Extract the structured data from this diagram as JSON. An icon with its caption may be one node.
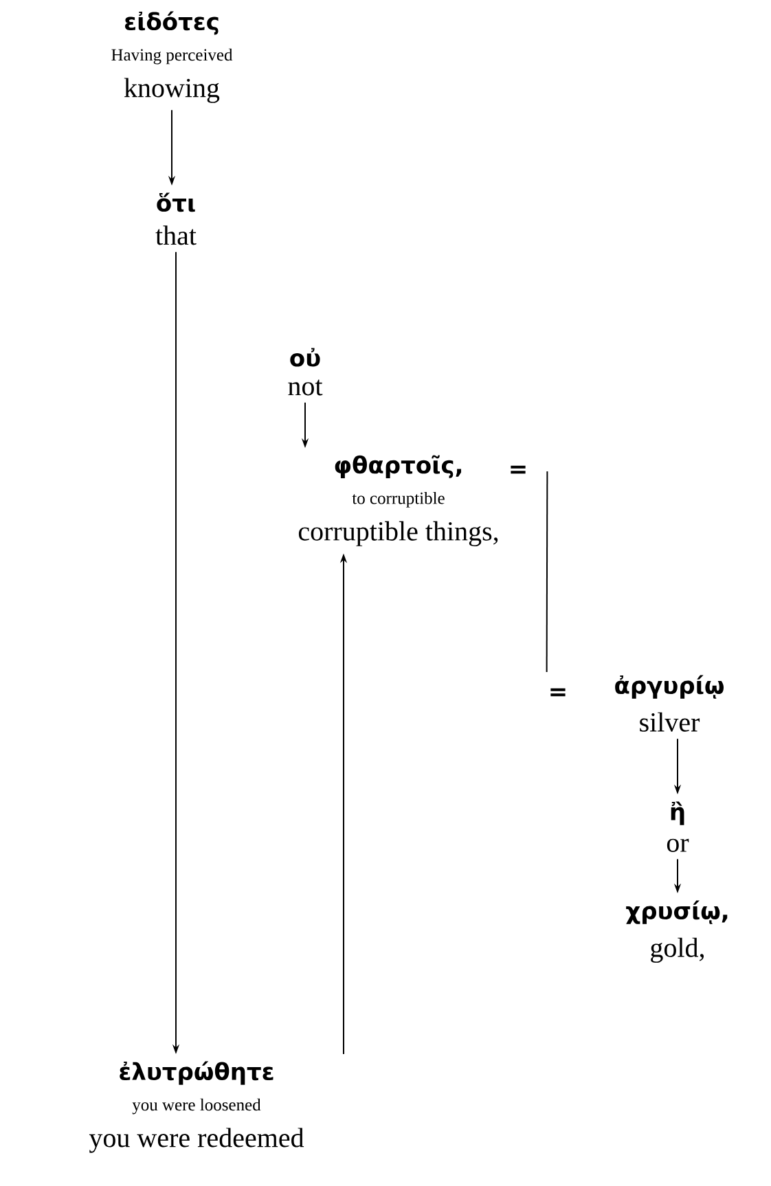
{
  "diagram": {
    "nodes": [
      {
        "text": [
          "εἰδότες",
          "Having perceived",
          "knowing"
        ]
      },
      {
        "text": [
          "ὅτι",
          "that"
        ]
      },
      {
        "text": [
          "οὐ",
          "not"
        ]
      },
      {
        "text": [
          "φθαρτοῖς,",
          "to corruptible",
          "corruptible things,"
        ]
      },
      {
        "text": [
          "ἀργυρίῳ",
          "silver"
        ]
      },
      {
        "text": [
          "ἢ",
          "or"
        ]
      },
      {
        "text": [
          "χρυσίῳ,",
          "gold,"
        ]
      },
      {
        "text": [
          "ἐλυτρώθητε",
          "you were loosened",
          "you were redeemed"
        ]
      }
    ],
    "edges": [
      {
        "from": 0,
        "to": 1,
        "arrow": "to"
      },
      {
        "from": 1,
        "to": 7,
        "arrow": "to"
      },
      {
        "from": 2,
        "to": 3,
        "arrow": "to"
      },
      {
        "from": 7,
        "to": 3,
        "arrow": "to"
      },
      {
        "from": 3,
        "to": 4,
        "arrow": "none"
      },
      {
        "from": 4,
        "to": 5,
        "arrow": "to"
      },
      {
        "from": 5,
        "to": 6,
        "arrow": "to"
      }
    ],
    "labels": [
      "=",
      "="
    ]
  }
}
